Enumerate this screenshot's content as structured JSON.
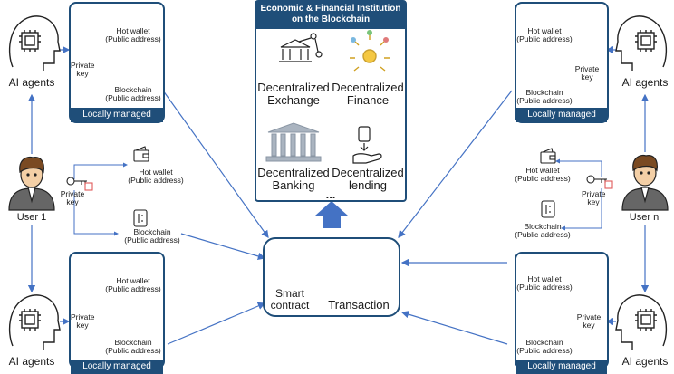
{
  "center": {
    "title": "Economic & Financial Institution on the Blockchain",
    "items": [
      "Decentralized Exchange",
      "Decentralized Finance",
      "Decentralized Banking",
      "Decentralized lending"
    ],
    "ellipsis": "..."
  },
  "hub": {
    "smart_contract": "Smart contract",
    "transaction": "Transaction"
  },
  "ai_label": "AI agents",
  "users": {
    "left": "User 1",
    "right": "User n"
  },
  "labels": {
    "hot_wallet": "Hot wallet",
    "public_address": "(Public address)",
    "private_key": "Private key",
    "blockchain": "Blockchain",
    "locally_managed": "Locally managed"
  },
  "colors": {
    "navy": "#1f4e79",
    "arrow": "#4472c4",
    "key_red": "#e05a5a"
  }
}
